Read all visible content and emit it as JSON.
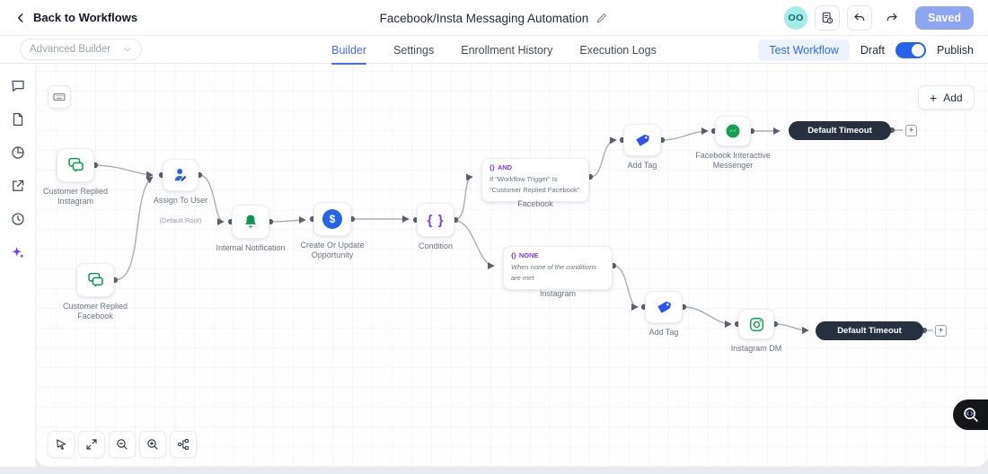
{
  "colors": {
    "accent_blue": "#4569f6",
    "saved_button": "#8da6f2",
    "avatar_bg": "#a3ebe6",
    "toggle_on": "#2563eb",
    "node_green": "#149a58",
    "node_blue": "#2563eb",
    "node_purple": "#7c3aed",
    "tag_blue": "#2d53f5",
    "timeout_pill_bg": "#26303f"
  },
  "header": {
    "back_label": "Back to Workflows",
    "title": "Facebook/Insta Messaging Automation",
    "avatar_initials": "OO",
    "saved_label": "Saved"
  },
  "toolbar": {
    "builder_select": "Advanced Builder",
    "tabs": [
      {
        "label": "Builder"
      },
      {
        "label": "Settings"
      },
      {
        "label": "Enrollment History"
      },
      {
        "label": "Execution Logs"
      }
    ],
    "active_tab": "Builder",
    "test_workflow_label": "Test Workflow",
    "draft_label": "Draft",
    "publish_label": "Publish"
  },
  "icons": {
    "braces_small": "{}",
    "braces_large": "{ }",
    "dollar": "$",
    "plus": "+"
  },
  "canvas": {
    "add_button_label": "Add",
    "timeout_label": "Default Timeout",
    "nodes": [
      {
        "id": "customer-replied-instagram",
        "label": "Customer Replied Instagram"
      },
      {
        "id": "customer-replied-facebook",
        "label": "Customer Replied Facebook"
      },
      {
        "id": "assign-to-user",
        "label": "Assign To User",
        "sublabel": "(Default Root)"
      },
      {
        "id": "internal-notification",
        "label": "Internal Notification"
      },
      {
        "id": "create-or-update-opportunity",
        "label": "Create Or Update Opportunity"
      },
      {
        "id": "condition",
        "label": "Condition"
      },
      {
        "id": "add-tag-facebook",
        "label": "Add Tag"
      },
      {
        "id": "facebook-interactive-messenger",
        "label": "Facebook Interactive Messenger"
      },
      {
        "id": "add-tag-instagram",
        "label": "Add Tag"
      },
      {
        "id": "instagram-dm",
        "label": "Instagram DM"
      }
    ],
    "branches": [
      {
        "header": "AND",
        "body": "If \"Workflow Trigger\" Is \"Customer Replied Facebook\"",
        "label": "Facebook"
      },
      {
        "header": "NONE",
        "body": "When none of the conditions are met",
        "label": "Instagram"
      }
    ]
  }
}
